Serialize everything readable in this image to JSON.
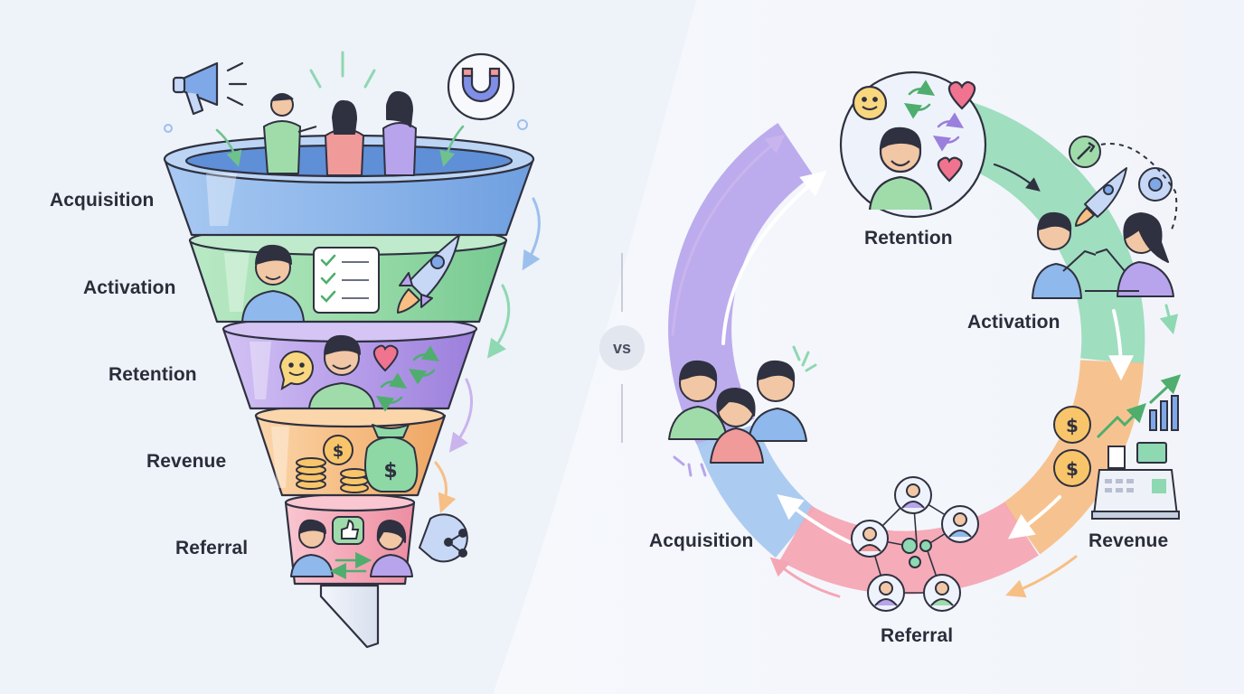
{
  "funnel": {
    "stages": [
      {
        "label": "Acquisition",
        "color": "#8fb8ec"
      },
      {
        "label": "Activation",
        "color": "#9fdcaf"
      },
      {
        "label": "Retention",
        "color": "#b9a3ea"
      },
      {
        "label": "Revenue",
        "color": "#f6c18a"
      },
      {
        "label": "Referral",
        "color": "#f6a9b9"
      }
    ]
  },
  "divider": {
    "label": "vs"
  },
  "cycle": {
    "stages": [
      {
        "label": "Retention",
        "color": "#b7a4ec"
      },
      {
        "label": "Activation",
        "color": "#8ed8b2"
      },
      {
        "label": "Revenue",
        "color": "#f7bf84"
      },
      {
        "label": "Referral",
        "color": "#f5a3b3"
      },
      {
        "label": "Acquisition",
        "color": "#9cc0ee"
      }
    ]
  }
}
